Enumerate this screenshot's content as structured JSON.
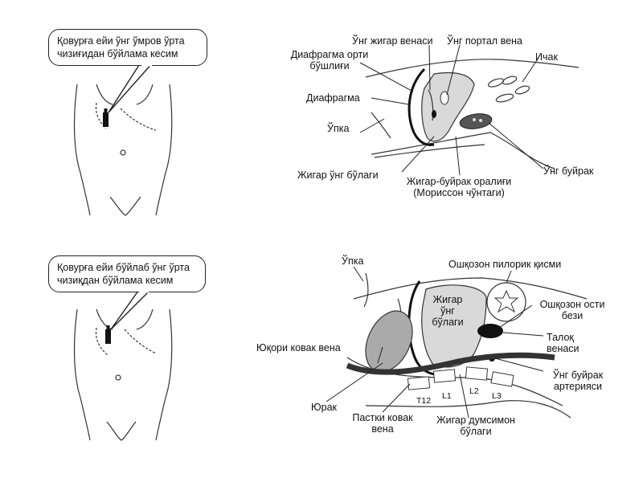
{
  "panel_top": {
    "callout": [
      "Қовурға ейи ўнг ўмров ўрта",
      "чизиғидан бўйлама кесим"
    ],
    "labels": {
      "right_hepatic_vein": "Ўнг жигар венаси",
      "right_portal_vein": "Ўнг портал вена",
      "diaphragm_middle_part": [
        "Диафрагма орти",
        "бўшлиғи"
      ],
      "intestine": "Ичак",
      "diaphragm": "Диафрагма",
      "lung": "Ўпка",
      "liver_right_lobe": "Жигар ўнг бўлаги",
      "hepatorenal_pouch": [
        "Жигар-буйрак оралиғи",
        "(Мориссон чўнтаги)"
      ],
      "right_kidney": "Ўнг буйрак"
    }
  },
  "panel_bottom": {
    "callout": [
      "Қовурға ейи бўйлаб ўнг ўрта",
      "чизиқдан бўйлама кесим"
    ],
    "labels": {
      "lung": "Ўпка",
      "stomach_pylorus": "Ошқозон пилорик қисми",
      "liver_right_lobe": [
        "Жигар",
        "ўнг",
        "бўлаги"
      ],
      "pancreas": [
        "Ошқозон ости",
        "бези"
      ],
      "splenic_vein": [
        "Талоқ",
        "венаси"
      ],
      "superior_vena_cava": "Юқори ковак вена",
      "right_renal_artery": [
        "Ўнг буйрак",
        "артерияси"
      ],
      "heart": "Юрак",
      "inferior_vena_cava": [
        "Пастки ковак",
        "вена"
      ],
      "caudate_lobe": [
        "Жигар думсимон",
        "бўлаги"
      ],
      "vertebrae": [
        "T12",
        "L1",
        "L2",
        "L3"
      ]
    }
  }
}
